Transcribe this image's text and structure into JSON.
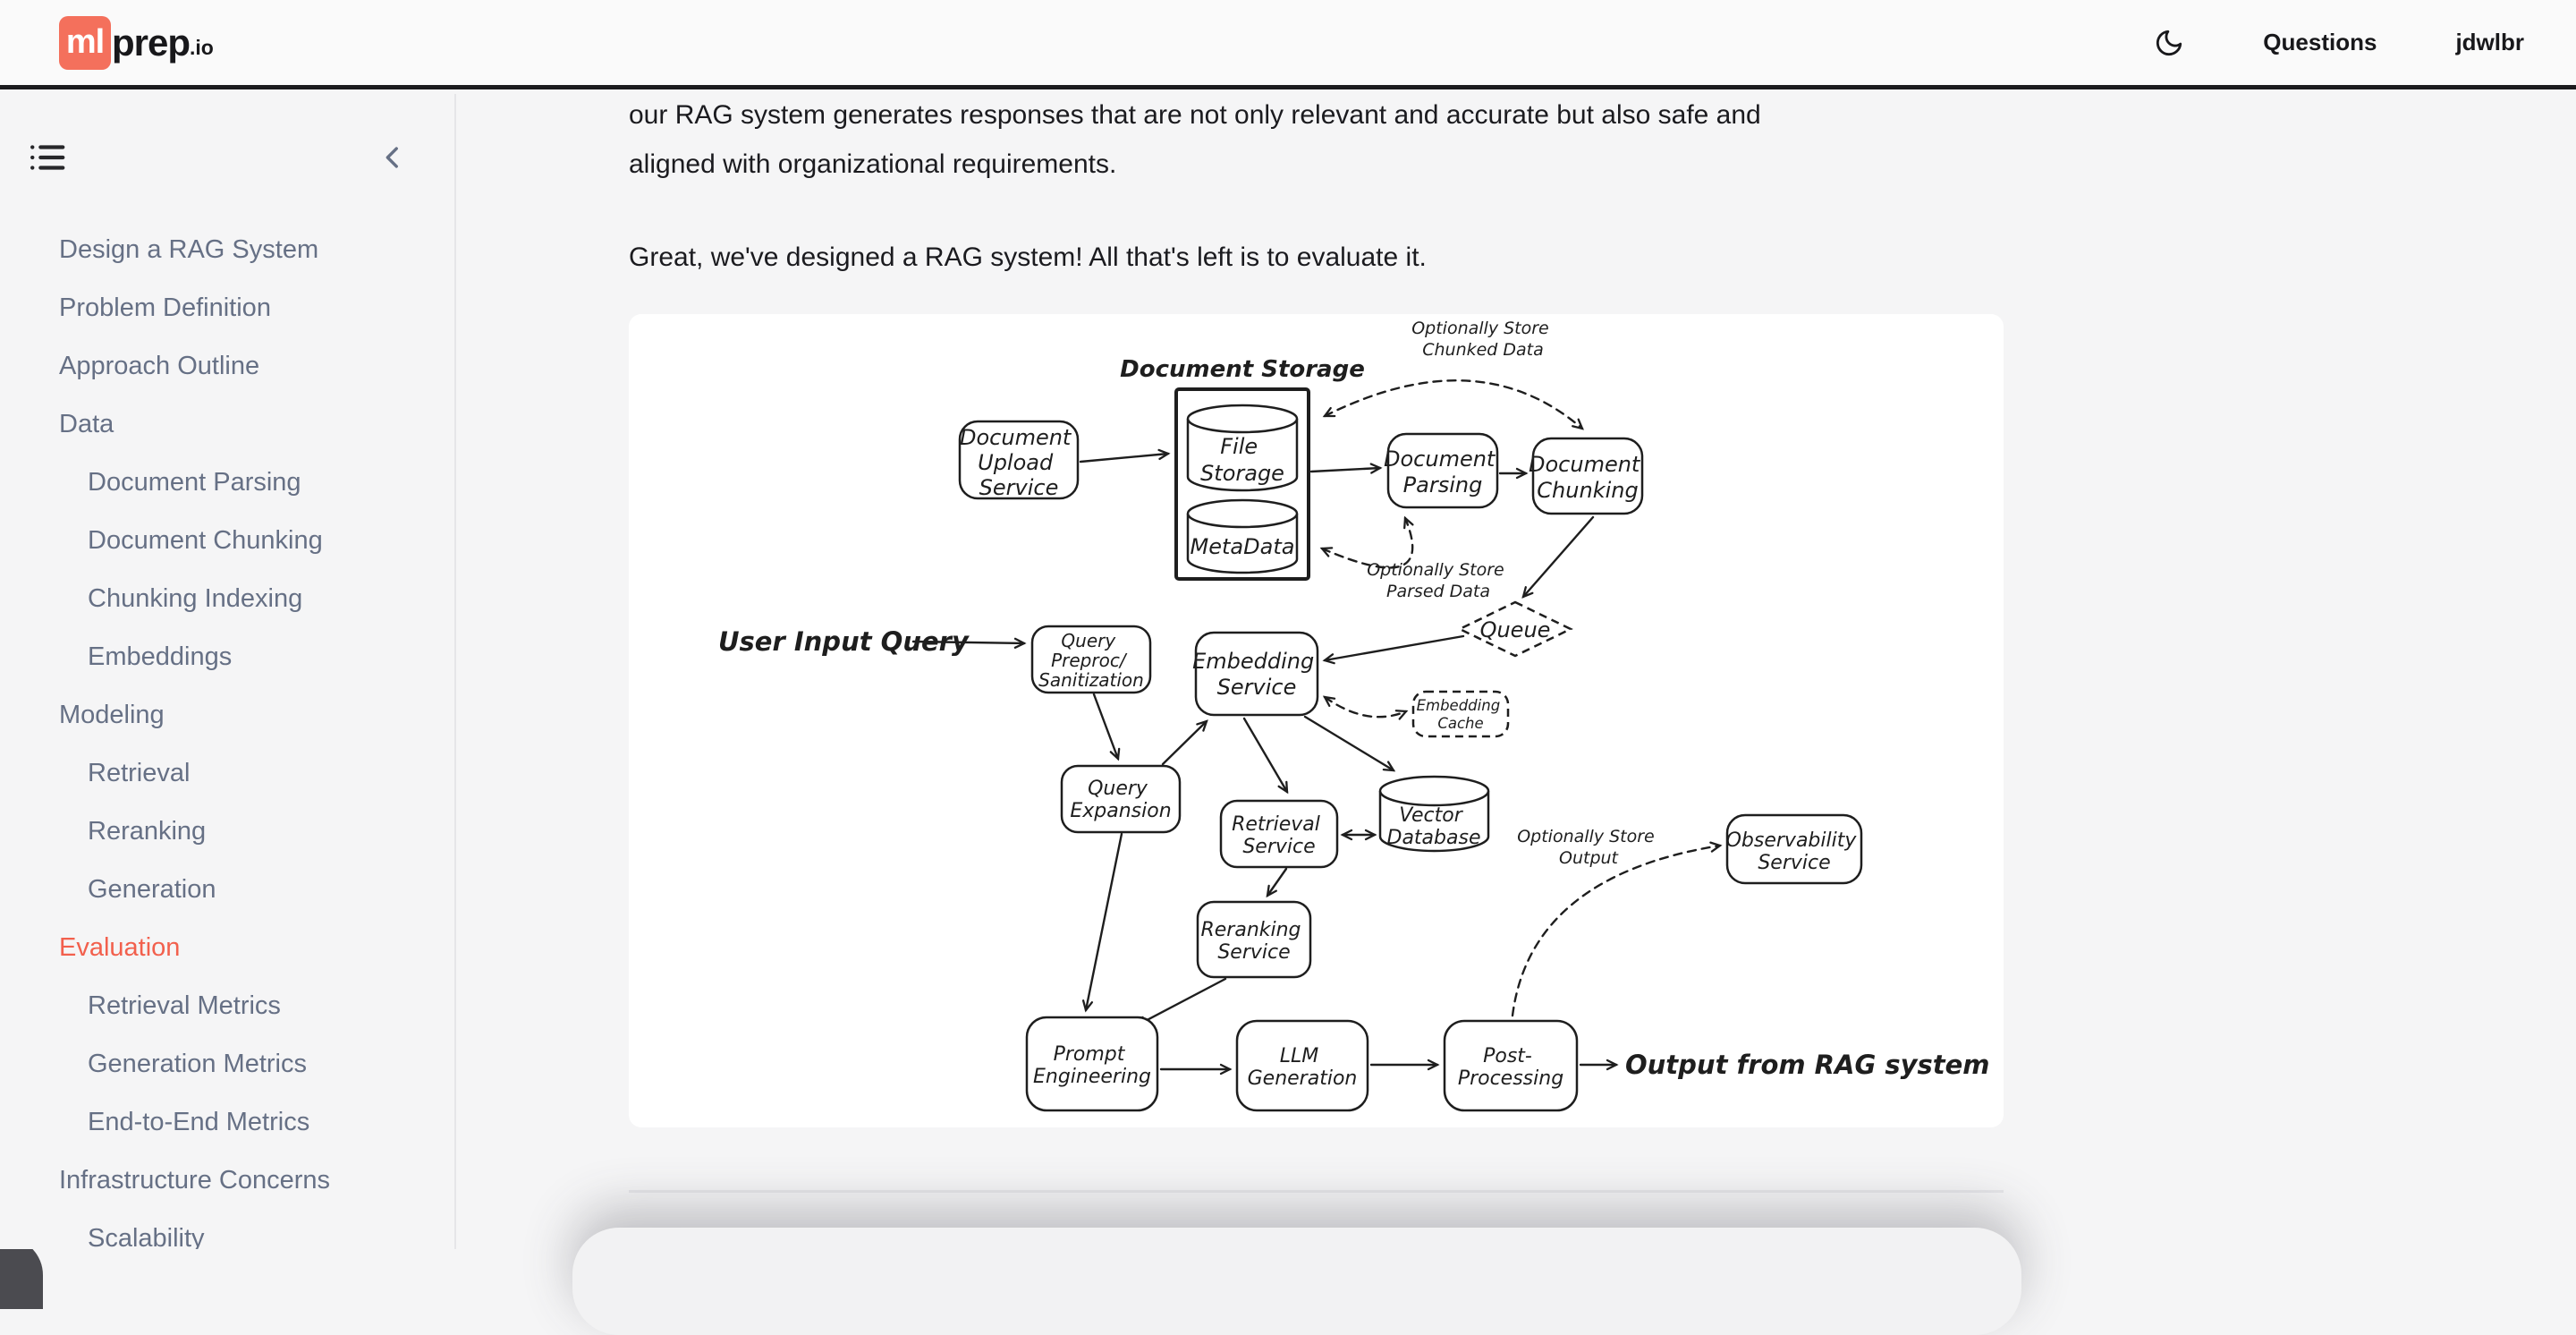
{
  "app": {
    "logo_ml": "ml",
    "logo_prep": "prep",
    "logo_io": ".io"
  },
  "header": {
    "questions": "Questions",
    "username": "jdwlbr"
  },
  "colors": {
    "accent": "#f4705c",
    "active_nav": "#f2604d",
    "ink": "#1e1e1e",
    "sidebar_text": "#667085"
  },
  "sidebar": {
    "items": [
      {
        "label": "Design a RAG System",
        "level": 0,
        "active": false
      },
      {
        "label": "Problem Definition",
        "level": 0,
        "active": false
      },
      {
        "label": "Approach Outline",
        "level": 0,
        "active": false
      },
      {
        "label": "Data",
        "level": 0,
        "active": false
      },
      {
        "label": "Document Parsing",
        "level": 1,
        "active": false
      },
      {
        "label": "Document Chunking",
        "level": 1,
        "active": false
      },
      {
        "label": "Chunking Indexing",
        "level": 1,
        "active": false
      },
      {
        "label": "Embeddings",
        "level": 1,
        "active": false
      },
      {
        "label": "Modeling",
        "level": 0,
        "active": false
      },
      {
        "label": "Retrieval",
        "level": 1,
        "active": false
      },
      {
        "label": "Reranking",
        "level": 1,
        "active": false
      },
      {
        "label": "Generation",
        "level": 1,
        "active": false
      },
      {
        "label": "Evaluation",
        "level": 0,
        "active": true
      },
      {
        "label": "Retrieval Metrics",
        "level": 1,
        "active": false
      },
      {
        "label": "Generation Metrics",
        "level": 1,
        "active": false
      },
      {
        "label": "End-to-End Metrics",
        "level": 1,
        "active": false
      },
      {
        "label": "Infrastructure Concerns",
        "level": 0,
        "active": false
      },
      {
        "label": "Scalability",
        "level": 1,
        "active": false
      }
    ]
  },
  "content": {
    "para1_line1": "our RAG system generates responses that are not only relevant and accurate but also safe and",
    "para1_line2": "aligned with organizational requirements.",
    "para2": "Great, we've designed a RAG system! All that's left is to evaluate it."
  },
  "diagram": {
    "nodes": {
      "doc_upload": {
        "lines": [
          "Document",
          "Upload",
          "Service"
        ]
      },
      "doc_storage_title": "Document Storage",
      "file_storage": {
        "lines": [
          "File",
          "Storage"
        ]
      },
      "metadata": {
        "lines": [
          "MetaData"
        ]
      },
      "doc_parsing": {
        "lines": [
          "Document",
          "Parsing"
        ]
      },
      "doc_chunking": {
        "lines": [
          "Document",
          "Chunking"
        ]
      },
      "queue": "Queue",
      "user_input": "User Input Query",
      "query_preproc": {
        "lines": [
          "Query",
          "Preproc/",
          "Sanitization"
        ]
      },
      "embedding_service": {
        "lines": [
          "Embedding",
          "Service"
        ]
      },
      "embedding_cache": {
        "lines": [
          "Embedding",
          "Cache"
        ]
      },
      "query_expansion": {
        "lines": [
          "Query",
          "Expansion"
        ]
      },
      "retrieval_service": {
        "lines": [
          "Retrieval",
          "Service"
        ]
      },
      "vector_db": {
        "lines": [
          "Vector",
          "Database"
        ]
      },
      "reranking": {
        "lines": [
          "Reranking",
          "Service"
        ]
      },
      "prompt_eng": {
        "lines": [
          "Prompt",
          "Engineering"
        ]
      },
      "llm_gen": {
        "lines": [
          "LLM",
          "Generation"
        ]
      },
      "post_proc": {
        "lines": [
          "Post-",
          "Processing"
        ]
      },
      "observability": {
        "lines": [
          "Observability",
          "Service"
        ]
      },
      "output_label": "Output from RAG system"
    },
    "annotations": {
      "chunked": [
        "Optionally Store",
        "Chunked Data"
      ],
      "parsed": [
        "Optionally Store",
        "Parsed Data"
      ],
      "output": [
        "Optionally Store",
        "Output"
      ]
    }
  }
}
